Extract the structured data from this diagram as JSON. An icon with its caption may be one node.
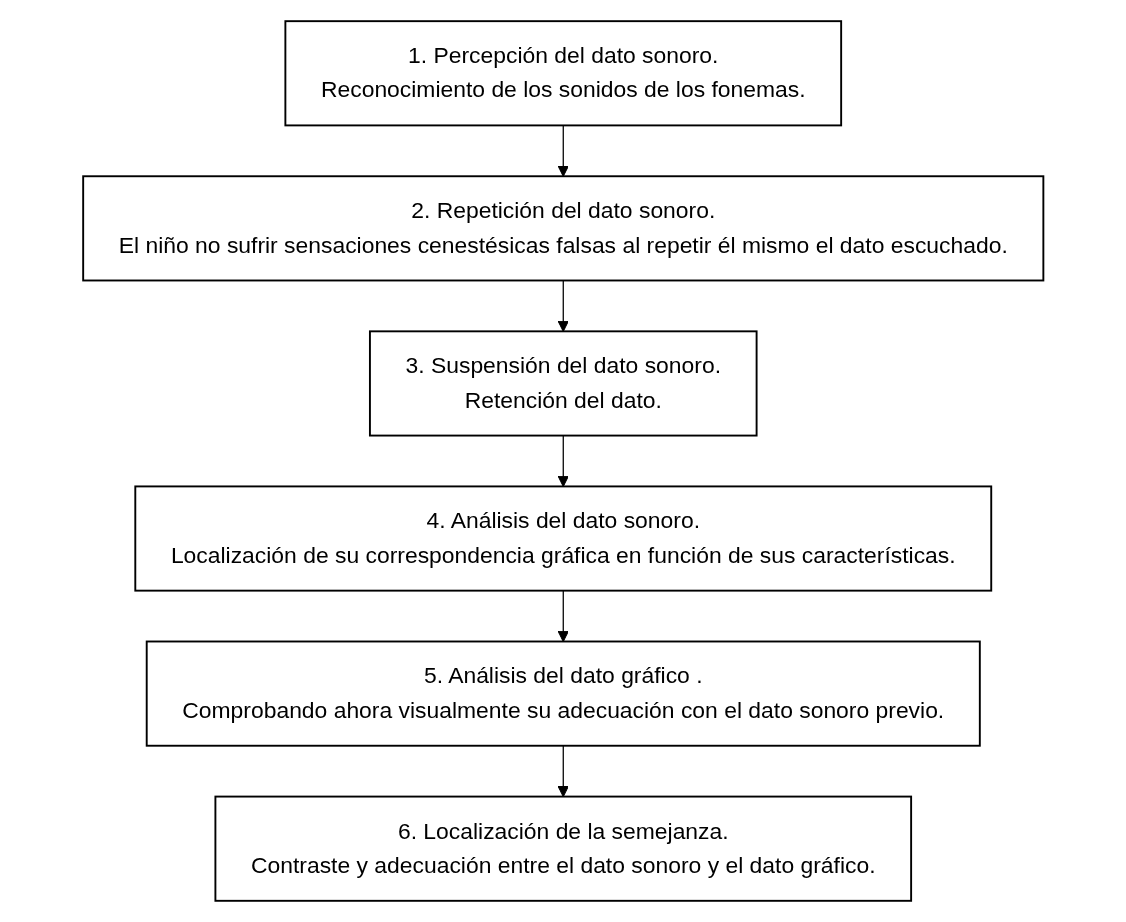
{
  "diagram": {
    "nodes": [
      {
        "text": [
          "1. Percepción del dato sonoro.",
          "Reconocimiento de los sonidos de los fonemas."
        ]
      },
      {
        "text": [
          "2. Repetición del dato sonoro.",
          "El niño no sufrir sensaciones cenestésicas falsas al repetir él mismo el dato escuchado."
        ]
      },
      {
        "text": [
          "3. Suspensión del dato sonoro.",
          "Retención del dato."
        ]
      },
      {
        "text": [
          "4. Análisis del dato sonoro.",
          "Localización de su correspondencia gráfica en función de sus características."
        ]
      },
      {
        "text": [
          "5. Análisis del dato gráfico .",
          "Comprobando ahora visualmente su adecuación con el dato sonoro previo."
        ]
      },
      {
        "text": [
          "6. Localización de la semejanza.",
          "Contraste y adecuación entre el dato sonoro y el dato gráfico."
        ]
      }
    ],
    "edges": [
      {
        "from": 0,
        "to": 1,
        "arrow": "to"
      },
      {
        "from": 1,
        "to": 2,
        "arrow": "to"
      },
      {
        "from": 2,
        "to": 3,
        "arrow": "to"
      },
      {
        "from": 3,
        "to": 4,
        "arrow": "to"
      },
      {
        "from": 4,
        "to": 5,
        "arrow": "to"
      }
    ]
  }
}
